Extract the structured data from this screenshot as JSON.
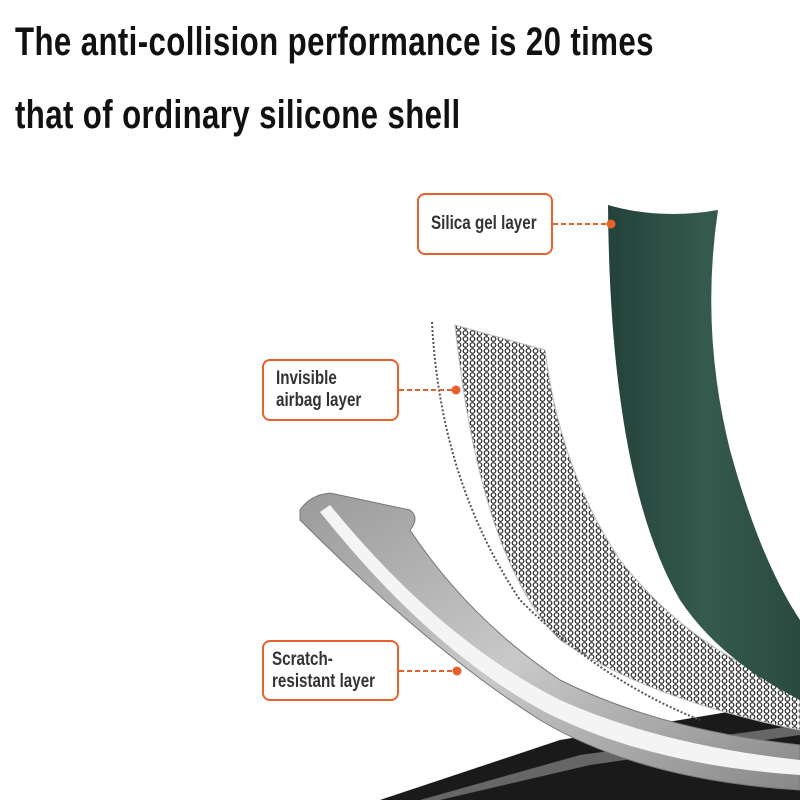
{
  "headline": {
    "line1": "The anti-collision performance is 20 times",
    "line2": "that of ordinary silicone shell"
  },
  "layers": [
    {
      "label": "Silica gel layer"
    },
    {
      "label_line1": "Invisible",
      "label_line2": "airbag layer"
    },
    {
      "label_line1": "Scratch-",
      "label_line2": "resistant layer"
    }
  ],
  "colors": {
    "accent": "#e8612c",
    "silica_green": "#2f4f43",
    "text": "#333333"
  }
}
